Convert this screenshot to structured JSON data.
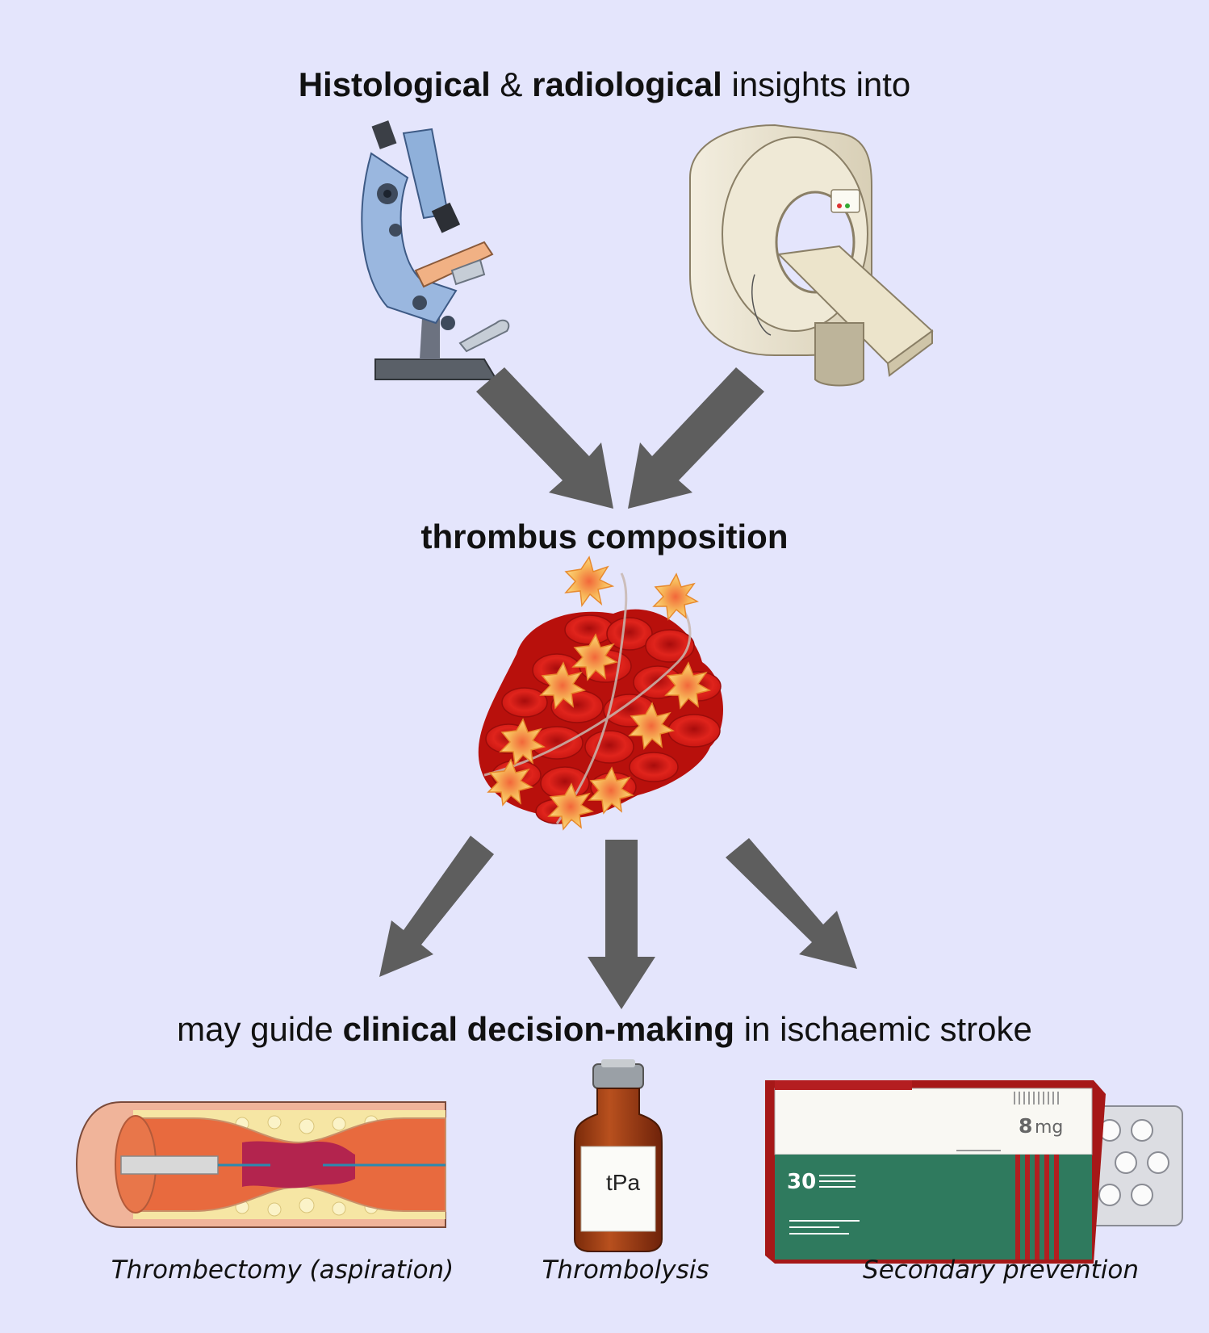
{
  "top_heading": {
    "bold1": "Histological",
    "amp": " & ",
    "bold2": "radiological",
    "rest": " insights into"
  },
  "middle_heading": "thrombus composition",
  "bottom_heading": {
    "pre": "may guide ",
    "bold": "clinical decision-making",
    "post": " in ischaemic stroke"
  },
  "vial_label": "tPa",
  "box_dose": "8",
  "box_dose_unit": "mg",
  "box_count": "30",
  "captions": [
    "Thrombectomy (aspiration)",
    "Thrombolysis",
    "Secondary prevention"
  ],
  "colors": {
    "background": "#e4e5fc",
    "arrow": "#5e5e5e",
    "clot_red": "#d41a14"
  },
  "icons": [
    "microscope-icon",
    "mri-scanner-icon",
    "thrombus-icon",
    "blood-vessel-icon",
    "drug-vial-icon",
    "pill-box-icon"
  ]
}
